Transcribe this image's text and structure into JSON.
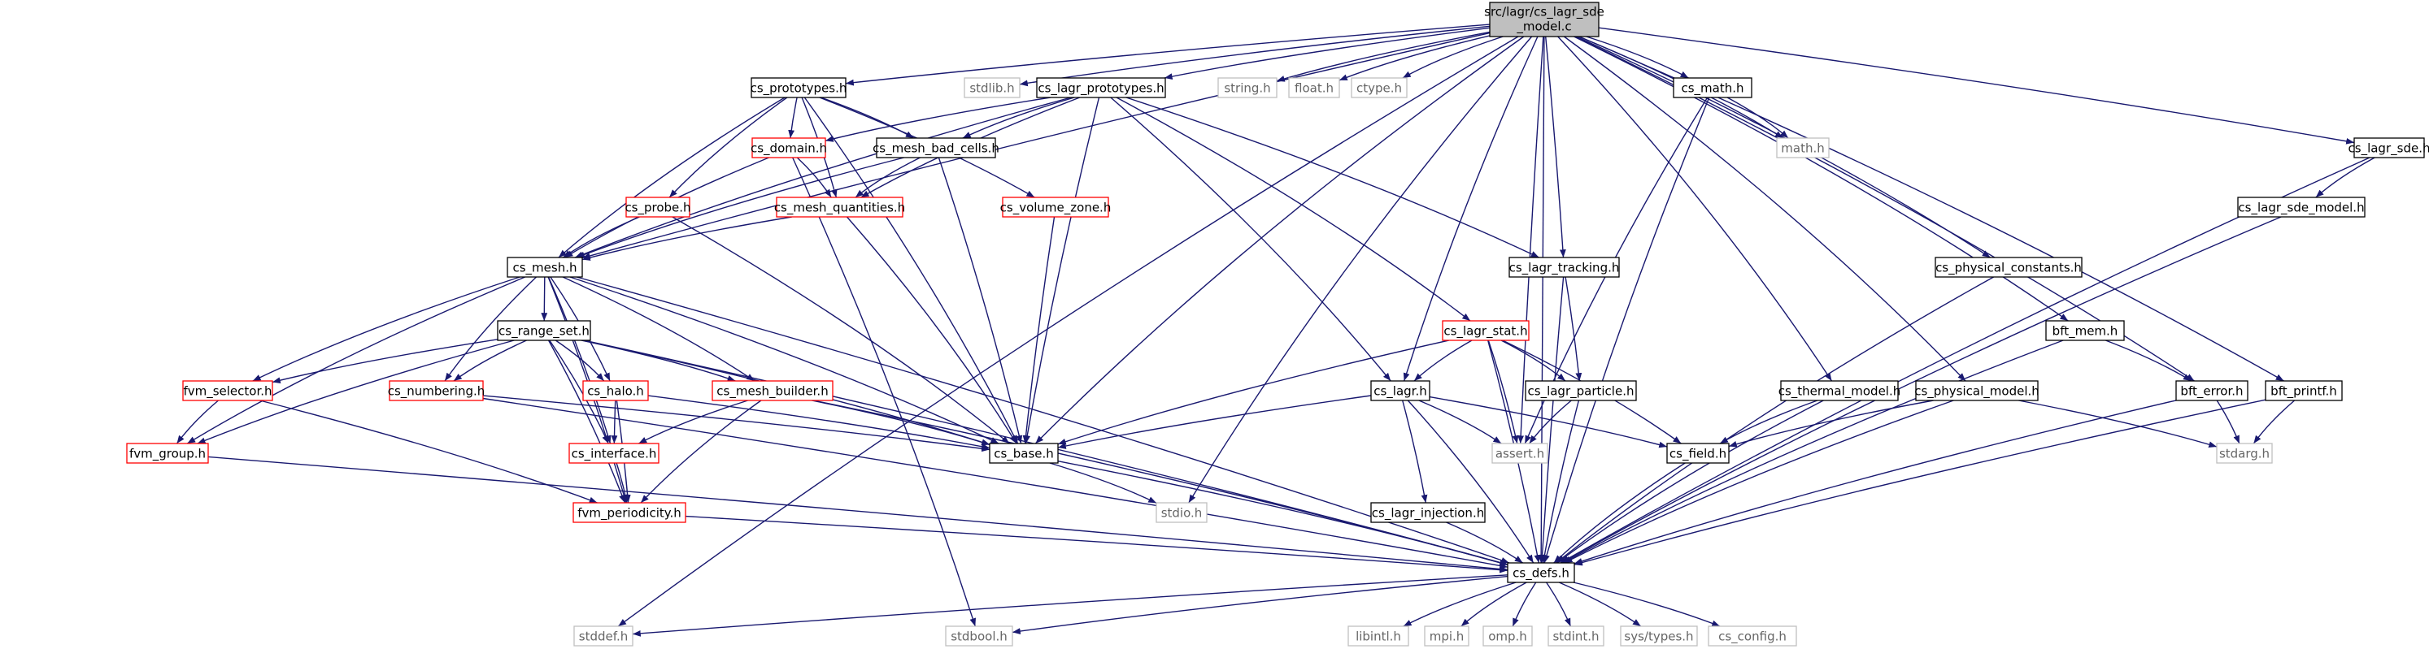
{
  "colors": {
    "edge": "#191970",
    "root_fill": "#bfbfbf",
    "normal_border": "#000000",
    "truncated_border": "#ff0000",
    "system_border": "#bfbfbf",
    "system_text": "#666666"
  },
  "graph": {
    "nodes": [
      {
        "id": "root",
        "label": "src/lagr/cs_lagr_sde_model.c",
        "kind": "root"
      },
      {
        "id": "cs_prototypes",
        "label": "cs_prototypes.h",
        "kind": "normal"
      },
      {
        "id": "stdlib",
        "label": "stdlib.h",
        "kind": "system"
      },
      {
        "id": "cs_lagr_prototypes",
        "label": "cs_lagr_prototypes.h",
        "kind": "normal"
      },
      {
        "id": "string",
        "label": "string.h",
        "kind": "system"
      },
      {
        "id": "float",
        "label": "float.h",
        "kind": "system"
      },
      {
        "id": "ctype",
        "label": "ctype.h",
        "kind": "system"
      },
      {
        "id": "cs_math",
        "label": "cs_math.h",
        "kind": "normal"
      },
      {
        "id": "math",
        "label": "math.h",
        "kind": "system"
      },
      {
        "id": "cs_lagr_sde",
        "label": "cs_lagr_sde.h",
        "kind": "normal"
      },
      {
        "id": "cs_domain",
        "label": "cs_domain.h",
        "kind": "truncated"
      },
      {
        "id": "cs_mesh_bad_cells",
        "label": "cs_mesh_bad_cells.h",
        "kind": "normal"
      },
      {
        "id": "cs_lagr_sde_model",
        "label": "cs_lagr_sde_model.h",
        "kind": "normal"
      },
      {
        "id": "cs_probe",
        "label": "cs_probe.h",
        "kind": "truncated"
      },
      {
        "id": "cs_mesh_quantities",
        "label": "cs_mesh_quantities.h",
        "kind": "truncated"
      },
      {
        "id": "cs_volume_zone",
        "label": "cs_volume_zone.h",
        "kind": "truncated"
      },
      {
        "id": "cs_mesh",
        "label": "cs_mesh.h",
        "kind": "normal"
      },
      {
        "id": "cs_lagr_tracking",
        "label": "cs_lagr_tracking.h",
        "kind": "normal"
      },
      {
        "id": "cs_physical_constants",
        "label": "cs_physical_constants.h",
        "kind": "normal"
      },
      {
        "id": "cs_range_set",
        "label": "cs_range_set.h",
        "kind": "normal"
      },
      {
        "id": "cs_lagr_stat",
        "label": "cs_lagr_stat.h",
        "kind": "truncated"
      },
      {
        "id": "bft_mem",
        "label": "bft_mem.h",
        "kind": "normal"
      },
      {
        "id": "fvm_selector",
        "label": "fvm_selector.h",
        "kind": "truncated"
      },
      {
        "id": "cs_numbering",
        "label": "cs_numbering.h",
        "kind": "truncated"
      },
      {
        "id": "cs_halo",
        "label": "cs_halo.h",
        "kind": "truncated"
      },
      {
        "id": "cs_mesh_builder",
        "label": "cs_mesh_builder.h",
        "kind": "truncated"
      },
      {
        "id": "cs_lagr",
        "label": "cs_lagr.h",
        "kind": "normal"
      },
      {
        "id": "cs_lagr_particle",
        "label": "cs_lagr_particle.h",
        "kind": "normal"
      },
      {
        "id": "cs_thermal_model",
        "label": "cs_thermal_model.h",
        "kind": "normal"
      },
      {
        "id": "cs_physical_model",
        "label": "cs_physical_model.h",
        "kind": "normal"
      },
      {
        "id": "bft_error",
        "label": "bft_error.h",
        "kind": "normal"
      },
      {
        "id": "bft_printf",
        "label": "bft_printf.h",
        "kind": "normal"
      },
      {
        "id": "fvm_group",
        "label": "fvm_group.h",
        "kind": "truncated"
      },
      {
        "id": "cs_interface",
        "label": "cs_interface.h",
        "kind": "truncated"
      },
      {
        "id": "cs_base",
        "label": "cs_base.h",
        "kind": "normal"
      },
      {
        "id": "assert",
        "label": "assert.h",
        "kind": "system"
      },
      {
        "id": "cs_field",
        "label": "cs_field.h",
        "kind": "normal"
      },
      {
        "id": "stdarg",
        "label": "stdarg.h",
        "kind": "system"
      },
      {
        "id": "fvm_periodicity",
        "label": "fvm_periodicity.h",
        "kind": "truncated"
      },
      {
        "id": "stdio",
        "label": "stdio.h",
        "kind": "system"
      },
      {
        "id": "cs_lagr_injection",
        "label": "cs_lagr_injection.h",
        "kind": "normal"
      },
      {
        "id": "cs_defs",
        "label": "cs_defs.h",
        "kind": "normal"
      },
      {
        "id": "stddef",
        "label": "stddef.h",
        "kind": "system"
      },
      {
        "id": "stdbool",
        "label": "stdbool.h",
        "kind": "system"
      },
      {
        "id": "libintl",
        "label": "libintl.h",
        "kind": "system"
      },
      {
        "id": "mpi",
        "label": "mpi.h",
        "kind": "system"
      },
      {
        "id": "omp",
        "label": "omp.h",
        "kind": "system"
      },
      {
        "id": "stdint",
        "label": "stdint.h",
        "kind": "system"
      },
      {
        "id": "sys_types",
        "label": "sys/types.h",
        "kind": "system"
      },
      {
        "id": "cs_config",
        "label": "cs_config.h",
        "kind": "system"
      }
    ],
    "edges": [
      [
        "root",
        "cs_prototypes"
      ],
      [
        "root",
        "stdlib"
      ],
      [
        "root",
        "cs_lagr_prototypes"
      ],
      [
        "root",
        "string"
      ],
      [
        "root",
        "float"
      ],
      [
        "root",
        "ctype"
      ],
      [
        "root",
        "cs_math"
      ],
      [
        "root",
        "math"
      ],
      [
        "root",
        "cs_lagr_sde"
      ],
      [
        "root",
        "cs_mesh"
      ],
      [
        "root",
        "cs_base"
      ],
      [
        "root",
        "cs_lagr_tracking"
      ],
      [
        "root",
        "cs_physical_constants"
      ],
      [
        "root",
        "cs_lagr"
      ],
      [
        "root",
        "cs_thermal_model"
      ],
      [
        "root",
        "cs_physical_model"
      ],
      [
        "root",
        "bft_mem"
      ],
      [
        "root",
        "bft_error"
      ],
      [
        "root",
        "bft_printf"
      ],
      [
        "root",
        "assert"
      ],
      [
        "root",
        "stdio"
      ],
      [
        "root",
        "cs_defs"
      ],
      [
        "root",
        "stddef"
      ],
      [
        "cs_prototypes",
        "cs_domain"
      ],
      [
        "cs_prototypes",
        "cs_mesh_bad_cells"
      ],
      [
        "cs_prototypes",
        "cs_probe"
      ],
      [
        "cs_prototypes",
        "cs_mesh_quantities"
      ],
      [
        "cs_prototypes",
        "cs_volume_zone"
      ],
      [
        "cs_prototypes",
        "cs_mesh"
      ],
      [
        "cs_prototypes",
        "cs_base"
      ],
      [
        "cs_lagr_prototypes",
        "cs_domain"
      ],
      [
        "cs_lagr_prototypes",
        "cs_mesh_bad_cells"
      ],
      [
        "cs_lagr_prototypes",
        "cs_mesh_quantities"
      ],
      [
        "cs_lagr_prototypes",
        "cs_mesh"
      ],
      [
        "cs_lagr_prototypes",
        "cs_base"
      ],
      [
        "cs_lagr_prototypes",
        "cs_lagr_tracking"
      ],
      [
        "cs_lagr_prototypes",
        "cs_lagr_stat"
      ],
      [
        "cs_lagr_prototypes",
        "cs_lagr"
      ],
      [
        "cs_math",
        "math"
      ],
      [
        "cs_math",
        "assert"
      ],
      [
        "cs_math",
        "cs_defs"
      ],
      [
        "cs_lagr_sde",
        "cs_lagr_sde_model"
      ],
      [
        "cs_lagr_sde",
        "cs_defs"
      ],
      [
        "cs_lagr_sde_model",
        "cs_defs"
      ],
      [
        "cs_domain",
        "cs_mesh_quantities"
      ],
      [
        "cs_domain",
        "cs_mesh"
      ],
      [
        "cs_domain",
        "stdbool"
      ],
      [
        "cs_mesh_bad_cells",
        "cs_mesh_quantities"
      ],
      [
        "cs_mesh_bad_cells",
        "cs_mesh"
      ],
      [
        "cs_mesh_bad_cells",
        "cs_base"
      ],
      [
        "cs_probe",
        "cs_mesh"
      ],
      [
        "cs_probe",
        "cs_base"
      ],
      [
        "cs_mesh_quantities",
        "cs_mesh"
      ],
      [
        "cs_mesh_quantities",
        "cs_base"
      ],
      [
        "cs_volume_zone",
        "cs_base"
      ],
      [
        "cs_mesh",
        "cs_range_set"
      ],
      [
        "cs_mesh",
        "fvm_selector"
      ],
      [
        "cs_mesh",
        "cs_numbering"
      ],
      [
        "cs_mesh",
        "cs_halo"
      ],
      [
        "cs_mesh",
        "cs_mesh_builder"
      ],
      [
        "cs_mesh",
        "fvm_group"
      ],
      [
        "cs_mesh",
        "cs_interface"
      ],
      [
        "cs_mesh",
        "cs_base"
      ],
      [
        "cs_mesh",
        "fvm_periodicity"
      ],
      [
        "cs_mesh",
        "cs_defs"
      ],
      [
        "cs_range_set",
        "fvm_selector"
      ],
      [
        "cs_range_set",
        "cs_numbering"
      ],
      [
        "cs_range_set",
        "cs_halo"
      ],
      [
        "cs_range_set",
        "cs_mesh_builder"
      ],
      [
        "cs_range_set",
        "fvm_group"
      ],
      [
        "cs_range_set",
        "cs_interface"
      ],
      [
        "cs_range_set",
        "cs_base"
      ],
      [
        "cs_range_set",
        "fvm_periodicity"
      ],
      [
        "cs_range_set",
        "cs_defs"
      ],
      [
        "fvm_selector",
        "fvm_group"
      ],
      [
        "fvm_selector",
        "fvm_periodicity"
      ],
      [
        "fvm_group",
        "cs_defs"
      ],
      [
        "cs_numbering",
        "cs_base"
      ],
      [
        "cs_numbering",
        "cs_defs"
      ],
      [
        "cs_halo",
        "cs_interface"
      ],
      [
        "cs_halo",
        "fvm_periodicity"
      ],
      [
        "cs_halo",
        "cs_base"
      ],
      [
        "cs_mesh_builder",
        "cs_interface"
      ],
      [
        "cs_mesh_builder",
        "fvm_periodicity"
      ],
      [
        "cs_mesh_builder",
        "cs_base"
      ],
      [
        "cs_mesh_builder",
        "cs_defs"
      ],
      [
        "cs_interface",
        "fvm_periodicity"
      ],
      [
        "fvm_periodicity",
        "cs_defs"
      ],
      [
        "cs_base",
        "stdio"
      ],
      [
        "cs_base",
        "cs_defs"
      ],
      [
        "cs_lagr_tracking",
        "cs_lagr_particle"
      ],
      [
        "cs_lagr_tracking",
        "cs_defs"
      ],
      [
        "cs_lagr_stat",
        "cs_lagr"
      ],
      [
        "cs_lagr_stat",
        "cs_lagr_particle"
      ],
      [
        "cs_lagr_stat",
        "cs_field"
      ],
      [
        "cs_lagr_stat",
        "cs_base"
      ],
      [
        "cs_lagr_stat",
        "assert"
      ],
      [
        "cs_lagr_stat",
        "cs_defs"
      ],
      [
        "cs_lagr",
        "cs_lagr_injection"
      ],
      [
        "cs_lagr",
        "cs_field"
      ],
      [
        "cs_lagr",
        "assert"
      ],
      [
        "cs_lagr",
        "cs_base"
      ],
      [
        "cs_lagr",
        "cs_defs"
      ],
      [
        "cs_lagr_particle",
        "assert"
      ],
      [
        "cs_lagr_particle",
        "cs_defs"
      ],
      [
        "cs_lagr_injection",
        "cs_defs"
      ],
      [
        "cs_thermal_model",
        "cs_field"
      ],
      [
        "cs_thermal_model",
        "cs_defs"
      ],
      [
        "cs_physical_model",
        "cs_field"
      ],
      [
        "cs_physical_model",
        "stdarg"
      ],
      [
        "cs_physical_model",
        "cs_defs"
      ],
      [
        "cs_physical_constants",
        "cs_defs"
      ],
      [
        "cs_field",
        "cs_defs"
      ],
      [
        "bft_mem",
        "bft_error"
      ],
      [
        "bft_mem",
        "cs_defs"
      ],
      [
        "bft_error",
        "stdarg"
      ],
      [
        "bft_error",
        "cs_defs"
      ],
      [
        "bft_printf",
        "stdarg"
      ],
      [
        "bft_printf",
        "cs_defs"
      ],
      [
        "cs_defs",
        "stddef"
      ],
      [
        "cs_defs",
        "stdbool"
      ],
      [
        "cs_defs",
        "libintl"
      ],
      [
        "cs_defs",
        "mpi"
      ],
      [
        "cs_defs",
        "omp"
      ],
      [
        "cs_defs",
        "stdint"
      ],
      [
        "cs_defs",
        "sys_types"
      ],
      [
        "cs_defs",
        "cs_config"
      ]
    ]
  }
}
